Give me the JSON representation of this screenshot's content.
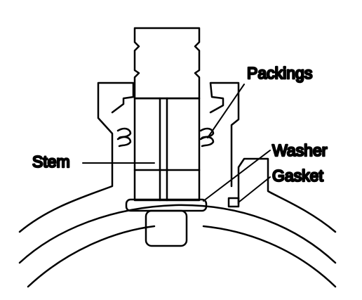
{
  "diagram": {
    "labels": {
      "packings": "Packings",
      "stem": "Stem",
      "washer": "Washer",
      "gasket": "Gasket"
    },
    "colors": {
      "line": "#000000",
      "background": "#ffffff"
    }
  }
}
